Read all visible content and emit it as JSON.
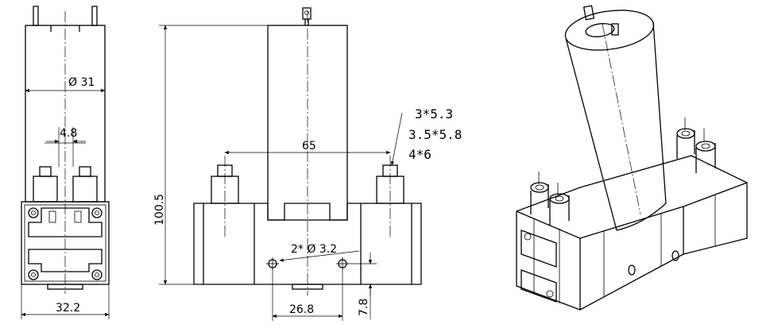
{
  "front_view": {
    "dia_label": "Ø 31",
    "pitch_label": "4.8",
    "width_label": "32.2"
  },
  "side_view": {
    "height_label": "100.5",
    "span_label": "65",
    "hole_label": "2* Ø 3.2",
    "hole_pitch_label": "26.8",
    "hole_offset_label": "7.8"
  },
  "tube_sizes": {
    "lines": [
      "3*5.3",
      "3.5*5.8",
      "4*6"
    ]
  }
}
